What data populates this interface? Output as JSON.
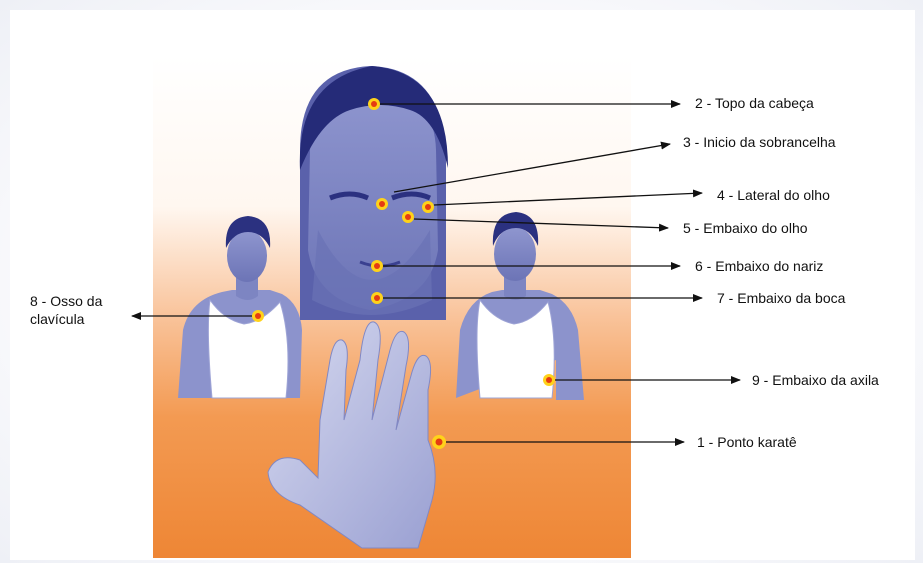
{
  "labels": {
    "p1": "1 - Ponto karatê",
    "p2": "2 - Topo da cabeça",
    "p3": "3 - Inicio da sobrancelha",
    "p4": "4 - Lateral do olho",
    "p5": "5 - Embaixo do olho",
    "p6": "6 - Embaixo do nariz",
    "p7": "7 - Embaixo da boca",
    "p8_line1": "8 - Osso da",
    "p8_line2": "clavícula",
    "p9": "9 - Embaixo da axila"
  },
  "colors": {
    "figure_tint": "#7a82bf",
    "figure_dark": "#2e3480",
    "point_fill": "#e53b12",
    "point_ring": "#ffd21a",
    "arrow": "#111111",
    "poster_bottom": "#ee8635"
  }
}
